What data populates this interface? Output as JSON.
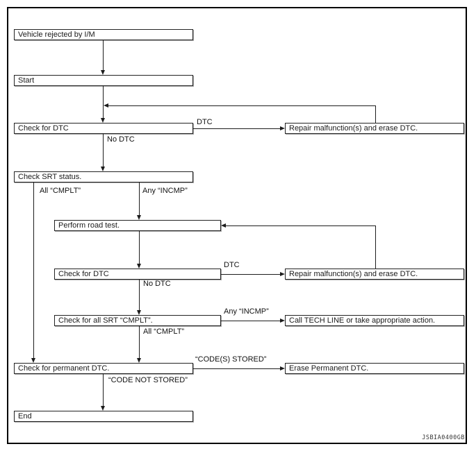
{
  "figure": {
    "code": "JSBIA0400GB"
  },
  "flowchart": {
    "nodes": {
      "vehicle_rejected": "Vehicle rejected by I/M",
      "start": "Start",
      "check_dtc_1": "Check for DTC",
      "check_srt": "Check SRT status.",
      "perform_road_test": "Perform road test.",
      "check_dtc_2": "Check for DTC",
      "check_all_srt": "Check for all SRT “CMPLT”.",
      "check_permanent": "Check for permanent DTC.",
      "end": "End",
      "repair_1": "Repair malfunction(s) and erase DTC.",
      "repair_2": "Repair malfunction(s) and erase DTC.",
      "call_tech_line": "Call TECH LINE or take appropriate action.",
      "erase_permanent": "Erase Permanent DTC."
    },
    "edge_labels": {
      "dtc_1": "DTC",
      "no_dtc_1": "No DTC",
      "all_cmplt_1": "All “CMPLT”",
      "any_incmp_1": "Any “INCMP”",
      "dtc_2": "DTC",
      "no_dtc_2": "No DTC",
      "any_incmp_2": "Any “INCMP”",
      "all_cmplt_2": "All “CMPLT”",
      "codes_stored": "“CODE(S) STORED”",
      "code_not_stored": "“CODE NOT STORED”"
    }
  }
}
